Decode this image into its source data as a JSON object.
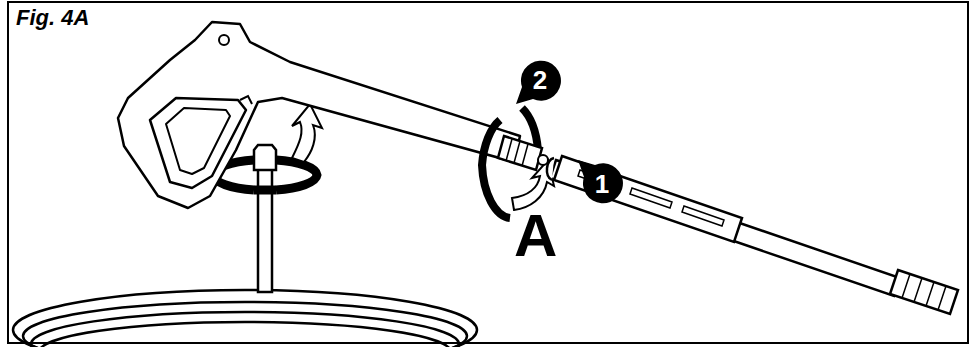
{
  "diagram": {
    "title": "Fig. 4A",
    "nodes": [
      {
        "text": [
          "2"
        ]
      },
      {
        "text": [
          "1"
        ]
      }
    ],
    "labels": [
      "A"
    ]
  }
}
